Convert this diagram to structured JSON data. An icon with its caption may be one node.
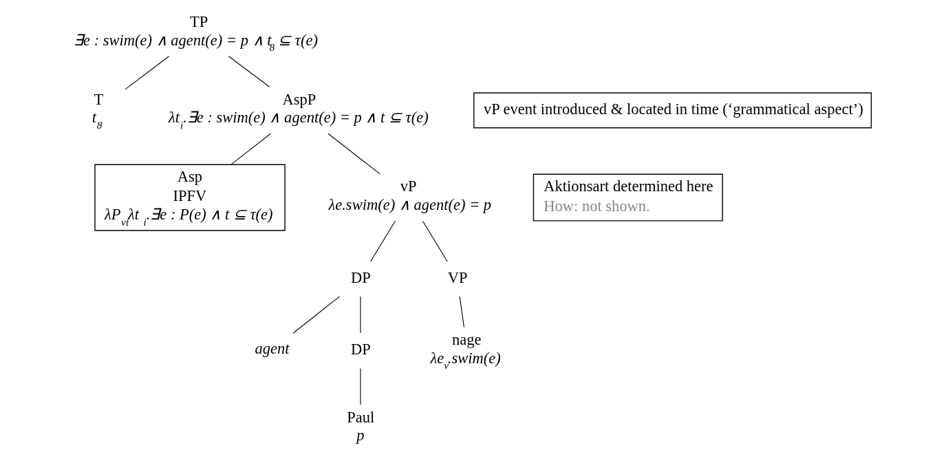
{
  "diagram": {
    "nodes": [
      {
        "text": [
          "TP",
          "∃e : swim(e) ∧ agent(e) = p ∧ t$_{8}$ ⊆ τ(e)"
        ]
      },
      {
        "text": [
          "T",
          "t$_{8}$"
        ]
      },
      {
        "text": [
          "AspP",
          "λt$_{i}$.∃e : swim(e) ∧ agent(e) = p ∧ t ⊆ τ(e)"
        ]
      },
      {
        "text": [
          "Asp",
          "IPFV",
          "λP$_{vt}$λt$_{i}$.∃e : P(e) ∧ t ⊆ τ(e)"
        ]
      },
      {
        "text": [
          "vP",
          "λe.swim(e) ∧ agent(e) = p"
        ]
      },
      {
        "text": [
          "DP"
        ]
      },
      {
        "text": [
          "VP"
        ]
      },
      {
        "text": [
          "agent"
        ]
      },
      {
        "text": [
          "DP"
        ]
      },
      {
        "text": [
          "nage",
          "λe$_{v}$.swim(e)"
        ]
      },
      {
        "text": [
          "Paul",
          "p"
        ]
      },
      {
        "text": [
          "vP event introduced & located in time (‘grammatical aspect’)"
        ]
      },
      {
        "text": [
          "Aktionsart determined here",
          "How: not shown."
        ]
      }
    ],
    "edges": [
      {
        "from": 0,
        "to": 1,
        "arrow": "none"
      },
      {
        "from": 0,
        "to": 2,
        "arrow": "none"
      },
      {
        "from": 2,
        "to": 3,
        "arrow": "none"
      },
      {
        "from": 2,
        "to": 4,
        "arrow": "none"
      },
      {
        "from": 4,
        "to": 5,
        "arrow": "none"
      },
      {
        "from": 4,
        "to": 6,
        "arrow": "none"
      },
      {
        "from": 5,
        "to": 7,
        "arrow": "none"
      },
      {
        "from": 5,
        "to": 8,
        "arrow": "none"
      },
      {
        "from": 6,
        "to": 9,
        "arrow": "none"
      },
      {
        "from": 8,
        "to": 10,
        "arrow": "none"
      }
    ]
  }
}
